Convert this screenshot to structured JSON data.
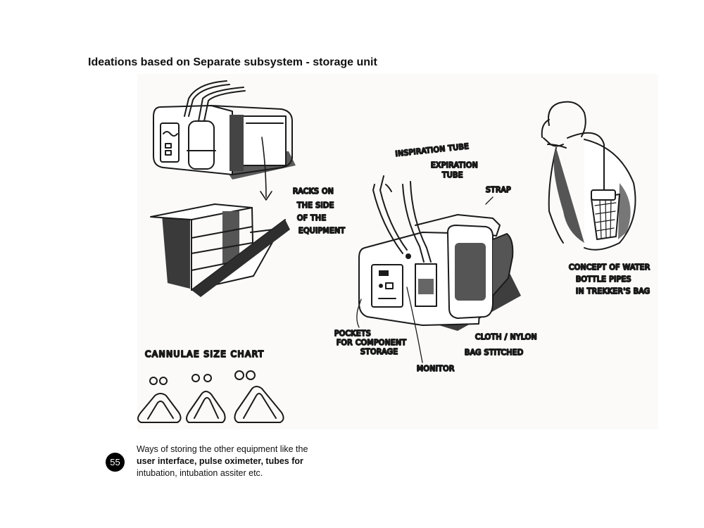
{
  "page": {
    "title": "Ideations based on Separate subsystem -  storage unit",
    "page_number": "55",
    "caption": {
      "line1": "Ways of storing the other equipment like the",
      "line2": "user interface, pulse oximeter, tubes for",
      "line3": "intubation, intubation assiter etc."
    }
  },
  "sketch": {
    "labels": {
      "racks": [
        "RACKS ON",
        "THE SIDE",
        "OF THE",
        "EQUIPMENT"
      ],
      "inspiration_tube": "INSPIRATION TUBE",
      "expiration_tube": [
        "EXPIRATION",
        "TUBE"
      ],
      "strap": "STRAP",
      "pockets": [
        "POCKETS",
        "FOR COMPONENT",
        "STORAGE"
      ],
      "monitor": "MONITOR",
      "cloth_bag": [
        "CLOTH / NYLON",
        "BAG STITCHED"
      ],
      "concept": [
        "CONCEPT OF WATER",
        "BOTTLE PIPES",
        "IN TREKKER'S BAG"
      ],
      "cannulae_chart": "CANNULAE SIZE CHART"
    }
  }
}
